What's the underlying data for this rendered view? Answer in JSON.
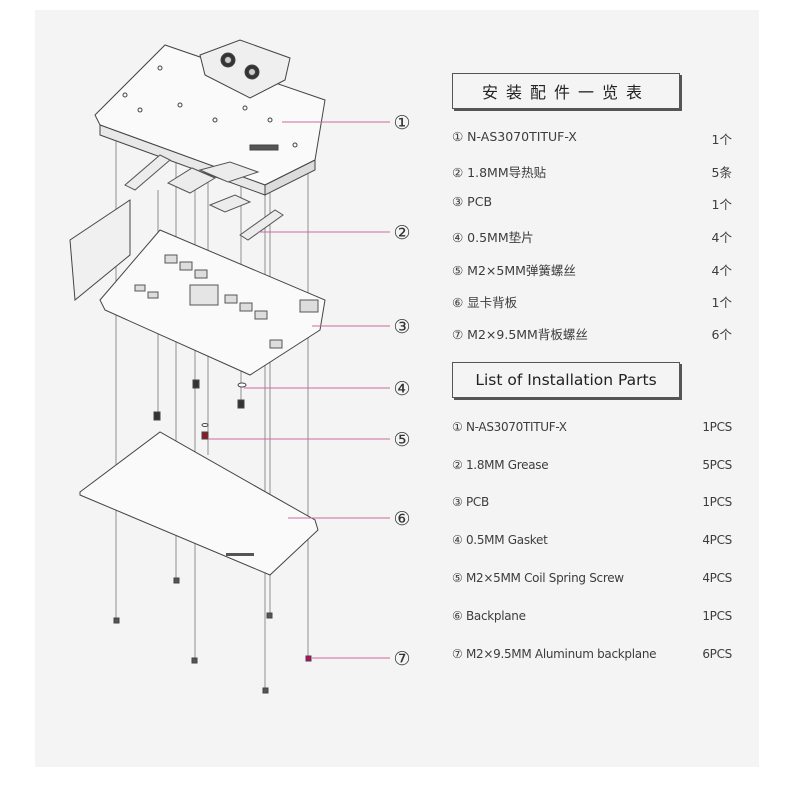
{
  "cn_title": "安装配件一览表",
  "en_title": "List of Installation Parts",
  "cn_parts": [
    {
      "label": "① N-AS3070TITUF-X",
      "qty": "1个"
    },
    {
      "label": "② 1.8MM导热贴",
      "qty": "5条"
    },
    {
      "label": "③ PCB",
      "qty": "1个"
    },
    {
      "label": "④ 0.5MM垫片",
      "qty": "4个"
    },
    {
      "label": "⑤ M2×5MM弹簧螺丝",
      "qty": "4个"
    },
    {
      "label": "⑥ 显卡背板",
      "qty": "1个"
    },
    {
      "label": "⑦ M2×9.5MM背板螺丝",
      "qty": "6个"
    }
  ],
  "en_parts": [
    {
      "label": "① N-AS3070TITUF-X",
      "qty": "1PCS"
    },
    {
      "label": "② 1.8MM Grease",
      "qty": "5PCS"
    },
    {
      "label": "③ PCB",
      "qty": "1PCS"
    },
    {
      "label": "④ 0.5MM Gasket",
      "qty": "4PCS"
    },
    {
      "label": "⑤ M2×5MM Coil Spring Screw",
      "qty": "4PCS"
    },
    {
      "label": "⑥ Backplane",
      "qty": "1PCS"
    },
    {
      "label": "⑦ M2×9.5MM Aluminum backplane",
      "qty": "6PCS"
    }
  ],
  "callouts": [
    "①",
    "②",
    "③",
    "④",
    "⑤",
    "⑥",
    "⑦"
  ],
  "colors": {
    "leader_line": "#d06aa0",
    "outline": "#444444",
    "panel": "#f4f4f4"
  }
}
